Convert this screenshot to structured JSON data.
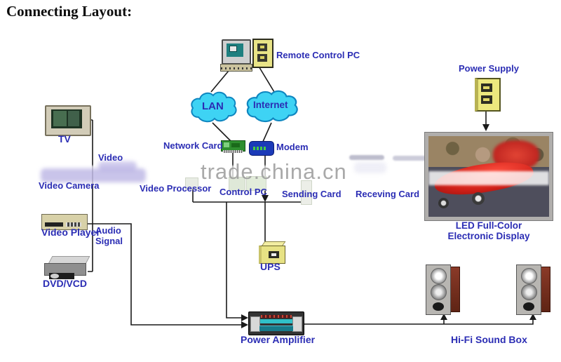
{
  "title": "Connecting Layout:",
  "watermark": "trade.china.cn",
  "colors": {
    "label_blue": "#2b2db4",
    "line_dark": "#1a1a1a",
    "cloud_fill": "#3ed3f4",
    "cloud_stroke": "#0e86c0",
    "device_yellow": "#e9e487",
    "speaker_brown": "#7a3a26",
    "car_red": "#d02018",
    "watermark_gray": "#9b9b9b"
  },
  "nodes": {
    "remote_pc": {
      "label": "Remote Control PC"
    },
    "lan": {
      "label": "LAN"
    },
    "internet": {
      "label": "Internet"
    },
    "network_card": {
      "label": "Network Card"
    },
    "modem": {
      "label": "Modem"
    },
    "video_processor": {
      "label": "Video Processor"
    },
    "control_pc": {
      "label": "Control PC"
    },
    "sending_card": {
      "label": "Sending Card"
    },
    "receving_card": {
      "label": "Receving Card"
    },
    "power_supply": {
      "label": "Power Supply"
    },
    "led_display": {
      "label": "LED Full-Color\nElectronic Display"
    },
    "ups": {
      "label": "UPS"
    },
    "power_amplifier": {
      "label": "Power Amplifier"
    },
    "hifi_sound_box": {
      "label": "Hi-Fi Sound Box"
    },
    "tv": {
      "label": "TV"
    },
    "video_signal": {
      "label": "Video"
    },
    "video_camera": {
      "label": "Video Camera"
    },
    "video_player": {
      "label": "Video Player"
    },
    "audio_signal": {
      "label": "Audio\nSignal"
    },
    "dvd_vcd": {
      "label": "DVD/VCD"
    }
  }
}
